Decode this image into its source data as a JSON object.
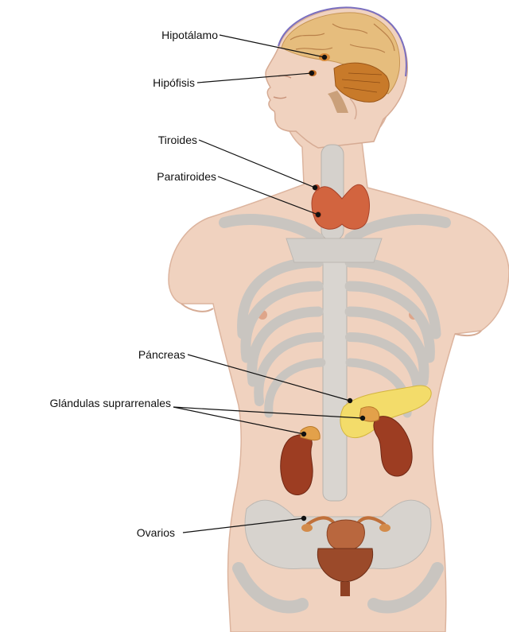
{
  "labels": {
    "hypothalamus": "Hipotálamo",
    "pituitary": "Hipófisis",
    "thyroid": "Tiroides",
    "parathyroid": "Paratiroides",
    "pancreas": "Páncreas",
    "adrenal": "Glándulas suprarrenales",
    "ovaries": "Ovarios"
  },
  "colors": {
    "skin": "#f0d2bf",
    "skin_shadow": "#e2b9a3",
    "bone": "#cfcbc6",
    "brain": "#e6bd7d",
    "cerebellum": "#c87a2a",
    "thyroid": "#d2643f",
    "pancreas": "#f3dc6a",
    "kidney": "#9d3d22",
    "adrenal": "#e3a14a",
    "uterus": "#9b4a2a",
    "leader": "#111111"
  }
}
